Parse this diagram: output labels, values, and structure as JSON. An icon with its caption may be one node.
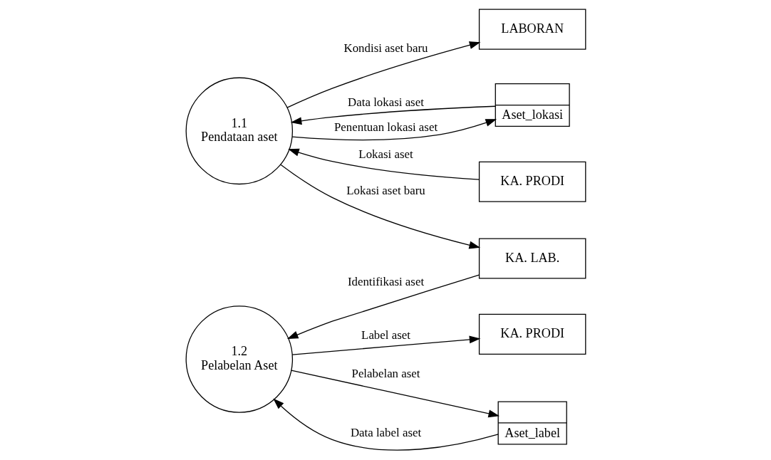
{
  "diagram": {
    "nodes": [
      {
        "text": [
          "1.1",
          "Pendataan aset"
        ]
      },
      {
        "text": [
          "KA. PRODI"
        ]
      },
      {
        "text": [
          "Aset_lokasi"
        ]
      },
      {
        "text": [
          "LABORAN"
        ]
      },
      {
        "text": [
          "KA. LAB."
        ]
      },
      {
        "text": [
          "1.2",
          "Pelabelan Aset"
        ]
      },
      {
        "text": [
          "Aset_label"
        ]
      },
      {
        "text": [
          "KA. PRODI"
        ]
      }
    ],
    "edges": [
      {
        "from": 1,
        "to": 0,
        "arrow": "to",
        "label": "Lokasi aset"
      },
      {
        "from": 2,
        "to": 0,
        "arrow": "to",
        "label": "Data lokasi aset"
      },
      {
        "from": 0,
        "to": 2,
        "arrow": "to",
        "label": "Penentuan lokasi aset"
      },
      {
        "from": 0,
        "to": 3,
        "arrow": "to",
        "label": "Kondisi aset baru"
      },
      {
        "from": 0,
        "to": 4,
        "arrow": "to",
        "label": "Lokasi aset baru"
      },
      {
        "from": 4,
        "to": 5,
        "arrow": "to",
        "label": "Identifikasi aset"
      },
      {
        "from": 6,
        "to": 5,
        "arrow": "to",
        "label": "Data label aset"
      },
      {
        "from": 5,
        "to": 6,
        "arrow": "to",
        "label": "Pelabelan aset"
      },
      {
        "from": 5,
        "to": 7,
        "arrow": "to",
        "label": "Label aset"
      }
    ]
  }
}
